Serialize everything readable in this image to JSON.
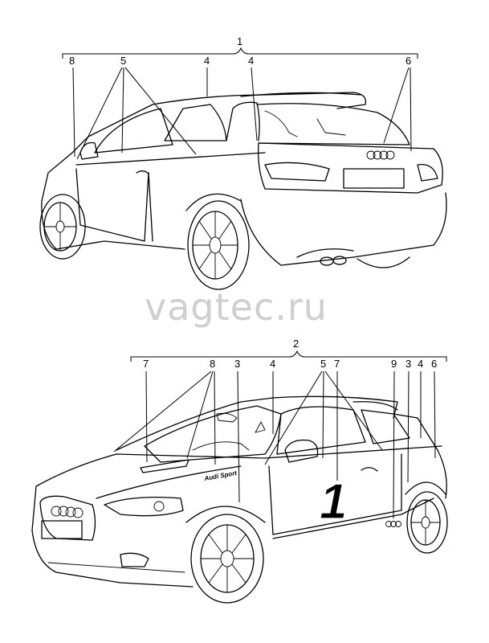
{
  "watermark": "vagtec.ru",
  "top_view": {
    "group_label": "1",
    "callouts": {
      "a": "8",
      "b": "5",
      "c": "4",
      "d": "4",
      "e": "6"
    }
  },
  "bottom_view": {
    "group_label": "2",
    "callouts": {
      "a": "7",
      "b": "8",
      "c": "3",
      "d": "4",
      "e": "5",
      "f": "7",
      "g": "9",
      "h": "3",
      "i": "4",
      "j": "6"
    },
    "decals": {
      "side_text": "Audi Sport",
      "door_number": "1"
    }
  }
}
